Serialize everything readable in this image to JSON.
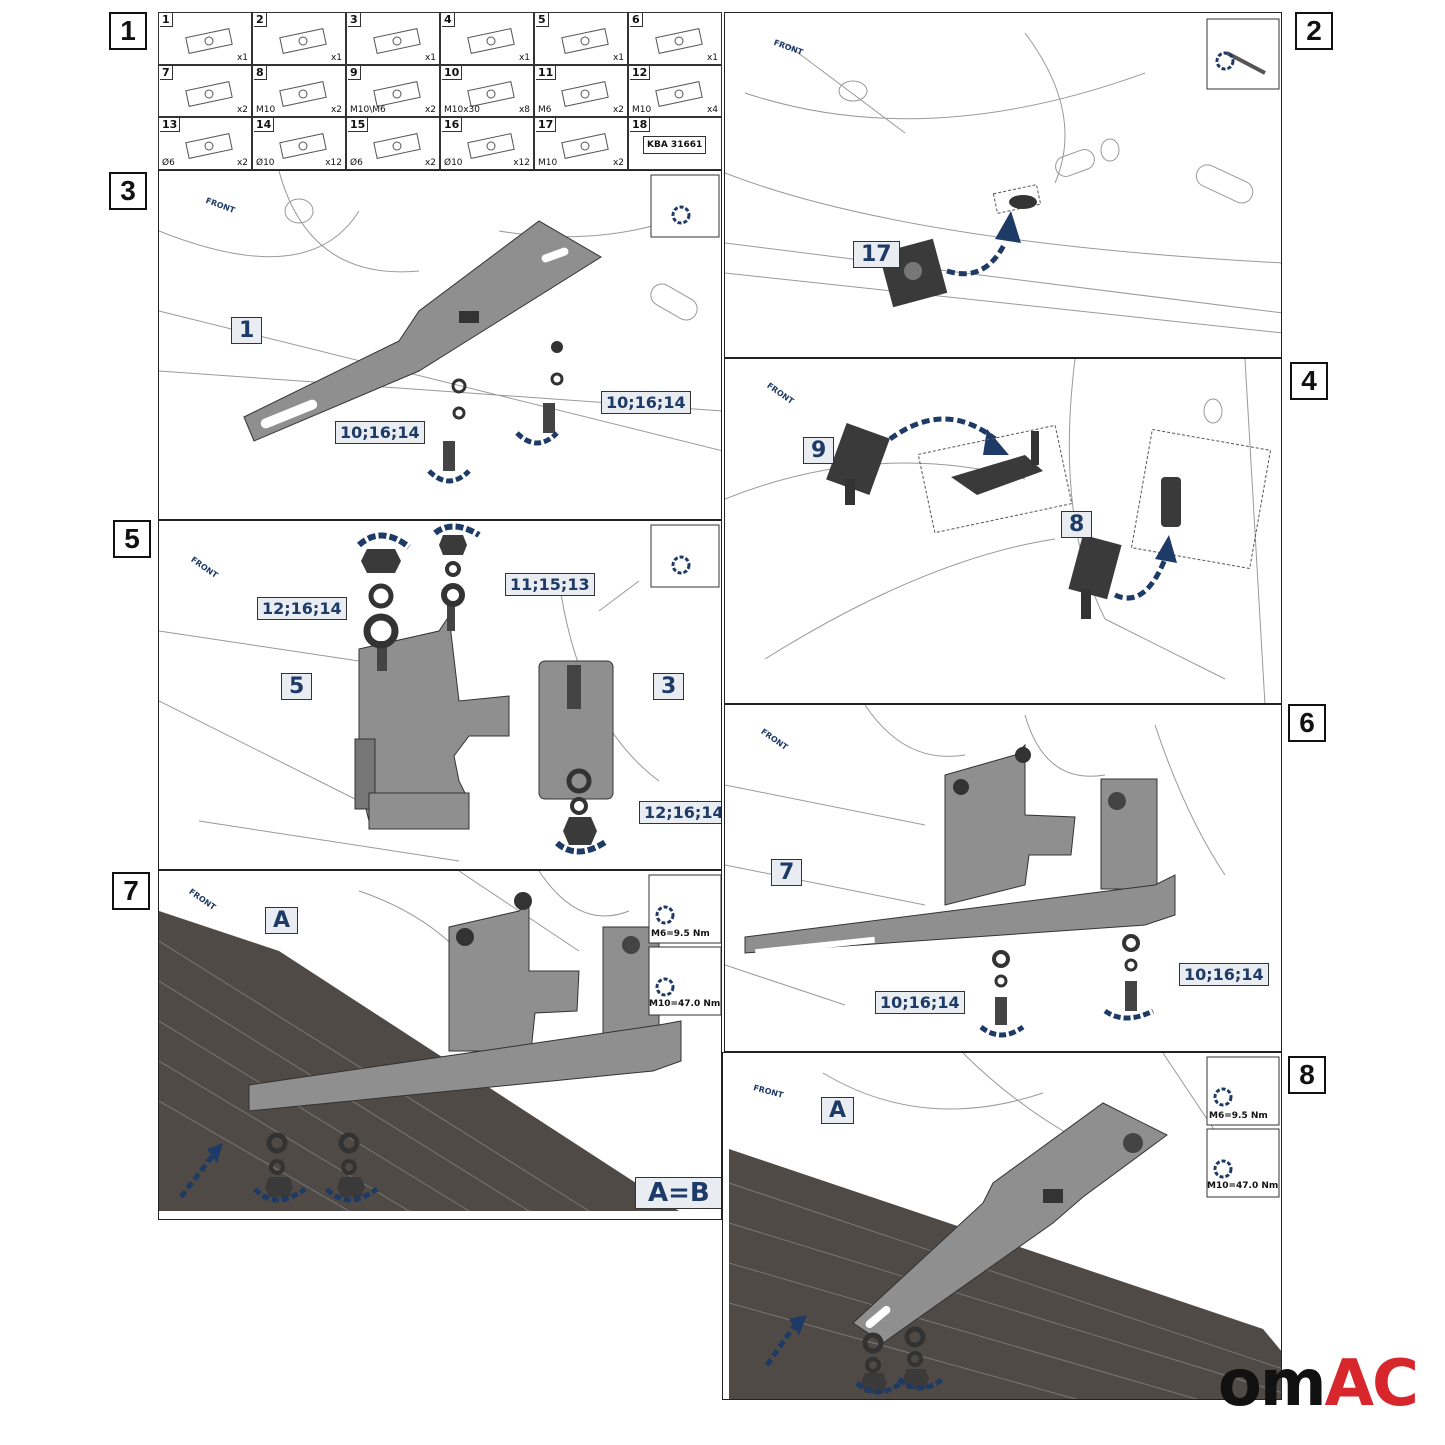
{
  "steps": [
    "1",
    "2",
    "3",
    "4",
    "5",
    "6",
    "7",
    "8"
  ],
  "parts": [
    {
      "num": "1",
      "size": "",
      "qty": "x1"
    },
    {
      "num": "2",
      "size": "",
      "qty": "x1"
    },
    {
      "num": "3",
      "size": "",
      "qty": "x1"
    },
    {
      "num": "4",
      "size": "",
      "qty": "x1"
    },
    {
      "num": "5",
      "size": "",
      "qty": "x1"
    },
    {
      "num": "6",
      "size": "",
      "qty": "x1"
    },
    {
      "num": "7",
      "size": "",
      "qty": "x2"
    },
    {
      "num": "8",
      "size": "M10",
      "qty": "x2"
    },
    {
      "num": "9",
      "size": "M10\\M6",
      "qty": "x2"
    },
    {
      "num": "10",
      "size": "M10x30",
      "qty": "x8"
    },
    {
      "num": "11",
      "size": "M6",
      "qty": "x2"
    },
    {
      "num": "12",
      "size": "M10",
      "qty": "x4"
    },
    {
      "num": "13",
      "size": "Ø6",
      "qty": "x2"
    },
    {
      "num": "14",
      "size": "Ø10",
      "qty": "x12"
    },
    {
      "num": "15",
      "size": "Ø6",
      "qty": "x2"
    },
    {
      "num": "16",
      "size": "Ø10",
      "qty": "x12"
    },
    {
      "num": "17",
      "size": "M10",
      "qty": "x2"
    },
    {
      "num": "18",
      "size": "",
      "qty": ""
    }
  ],
  "kba": "KBA 31661",
  "front_label": "FRONT",
  "labels": {
    "s2_part": "17",
    "s3_part": "1",
    "s3_tag_left": "10;16;14",
    "s3_tag_right": "10;16;14",
    "s4_part_a": "9",
    "s4_part_b": "8",
    "s5_part_a": "5",
    "s5_part_b": "3",
    "s5_tag_a": "12;16;14",
    "s5_tag_b": "11;15;13",
    "s5_tag_c": "12;16;14",
    "s6_part": "7",
    "s6_tag_left": "10;16;14",
    "s6_tag_right": "10;16;14",
    "s7_part": "A",
    "s7_ab": "A=B",
    "s8_part": "A"
  },
  "torque": {
    "m6": "M6=9.5 Nm",
    "m10": "M10=47.0 Nm"
  },
  "brand": {
    "o": "om",
    "ac": "AC",
    "dark": "#111111",
    "red": "#d7262c"
  },
  "colors": {
    "part": "#8f8f8f",
    "dark": "#3a3a3a",
    "arrow": "#1e3a66"
  }
}
